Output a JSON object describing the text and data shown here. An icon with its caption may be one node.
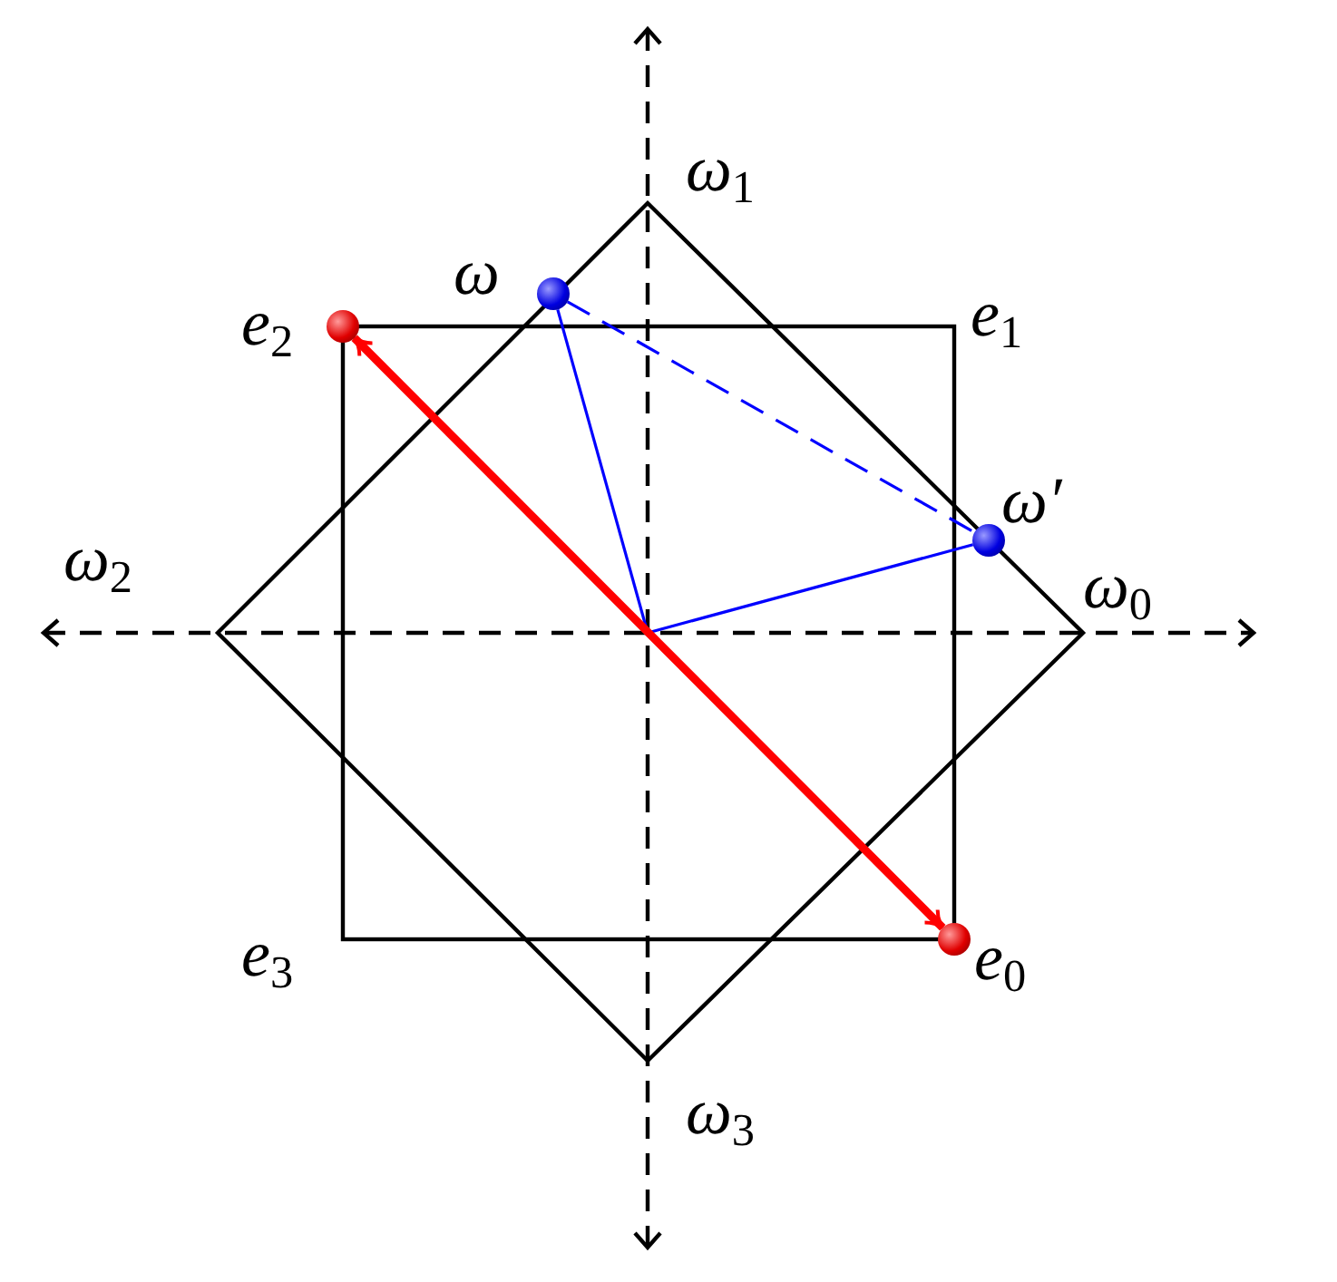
{
  "diagram": {
    "nodes": [
      {
        "text": [],
        "shape": "circle",
        "beside": [
          "ω"
        ]
      },
      {
        "text": [],
        "shape": "circle",
        "beside": [
          "ω′"
        ]
      },
      {
        "text": [],
        "shape": "circle",
        "beside": [
          "e$_{2}$"
        ]
      },
      {
        "text": [],
        "shape": "circle",
        "beside": [
          "e$_{0}$"
        ]
      }
    ],
    "edges": [
      {
        "from": null,
        "to": 0,
        "arrow": "none",
        "color": "#0000ff"
      },
      {
        "from": null,
        "to": 1,
        "arrow": "none",
        "color": "#0000ff"
      },
      {
        "from": 0,
        "to": 1,
        "arrow": "none",
        "style": "dashed",
        "color": "#0000ff"
      },
      {
        "from": 3,
        "to": 2,
        "arrow": "both",
        "style": "thick",
        "color": "#ff0000"
      }
    ],
    "labels": [
      "ω$_{1}$",
      "e$_{1}$",
      "ω$_{2}$",
      "ω$_{0}$",
      "e$_{3}$",
      "ω$_{3}$"
    ]
  }
}
